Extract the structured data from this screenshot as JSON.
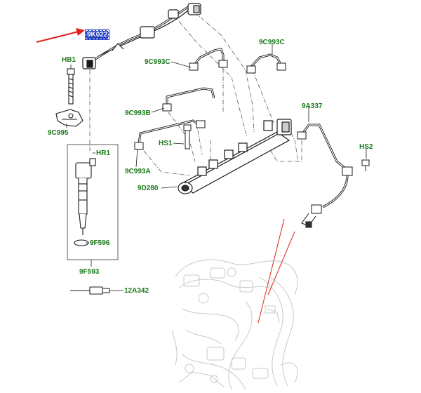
{
  "labels": {
    "selected": "9K022",
    "hb1": "HB1",
    "c995": "9C995",
    "c993c_left": "9C993C",
    "c993c_right": "9C993C",
    "c993b": "9C993B",
    "c993a": "9C993A",
    "hs1": "HS1",
    "d280": "9D280",
    "a337": "9A337",
    "hs2": "HS2",
    "hr1": "HR1",
    "f596": "9F596",
    "f593": "9F593",
    "a342": "12A342"
  },
  "colors": {
    "label_green": "#1a7a1a",
    "highlight_blue": "#1f3ec2",
    "pointer_red": "#e0201e",
    "line": "#1a1a1a",
    "ghost": "#c8c8c8"
  }
}
